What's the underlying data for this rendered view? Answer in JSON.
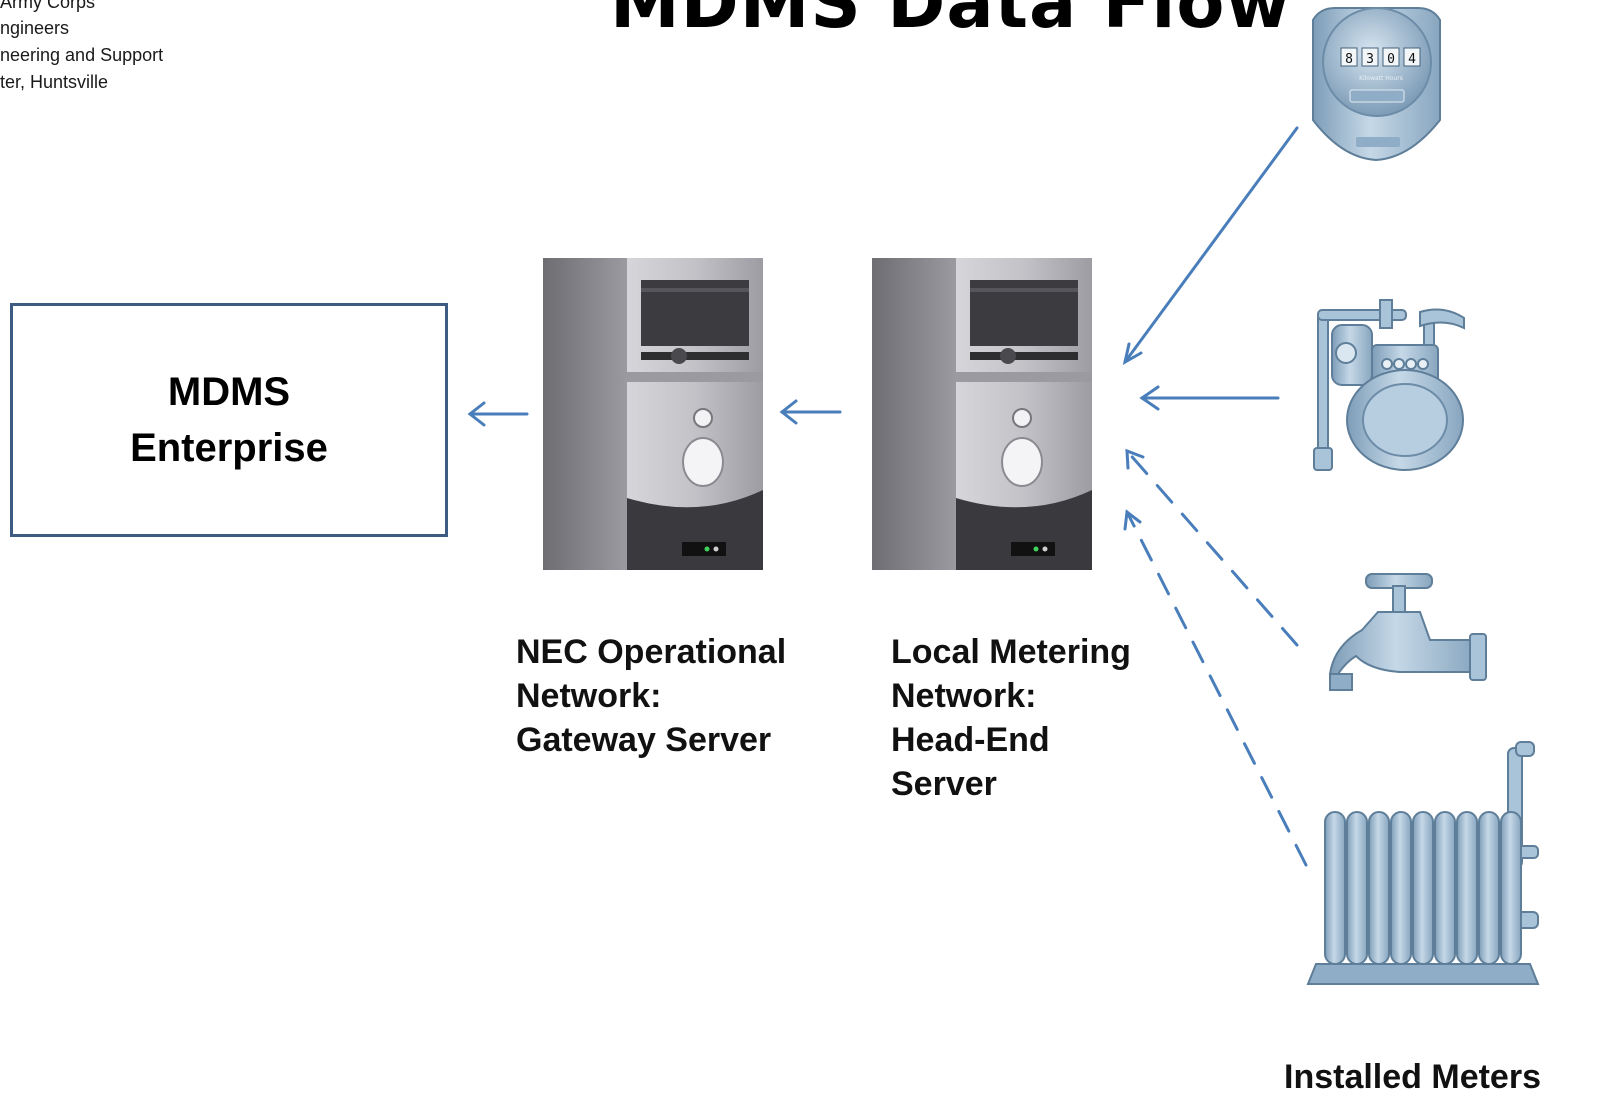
{
  "header": {
    "org_lines": [
      "Army Corps",
      "ngineers",
      "neering and Support",
      "ter, Huntsville"
    ],
    "title": "MDMS Data Flow"
  },
  "nodes": {
    "mdms": {
      "lines": [
        "MDMS",
        "Enterprise"
      ]
    },
    "gateway_server": {
      "lines": [
        "NEC Operational",
        "Network:",
        "Gateway Server"
      ]
    },
    "head_end_server": {
      "lines": [
        "Local Metering",
        "Network:",
        "Head-End",
        "Server"
      ]
    },
    "meters_label": "Installed Meters"
  },
  "meters": [
    {
      "type": "electric-meter",
      "digits": [
        "8",
        "3",
        "0",
        "4"
      ],
      "caption": "Kilowatt Hours"
    },
    {
      "type": "gas-meter"
    },
    {
      "type": "water-faucet"
    },
    {
      "type": "radiator"
    }
  ],
  "colors": {
    "arrow": "#4a7ebb",
    "box_border": "#3e5b82",
    "server_body": "#a8a8ad",
    "meter_fill": "#a9c3d8"
  }
}
